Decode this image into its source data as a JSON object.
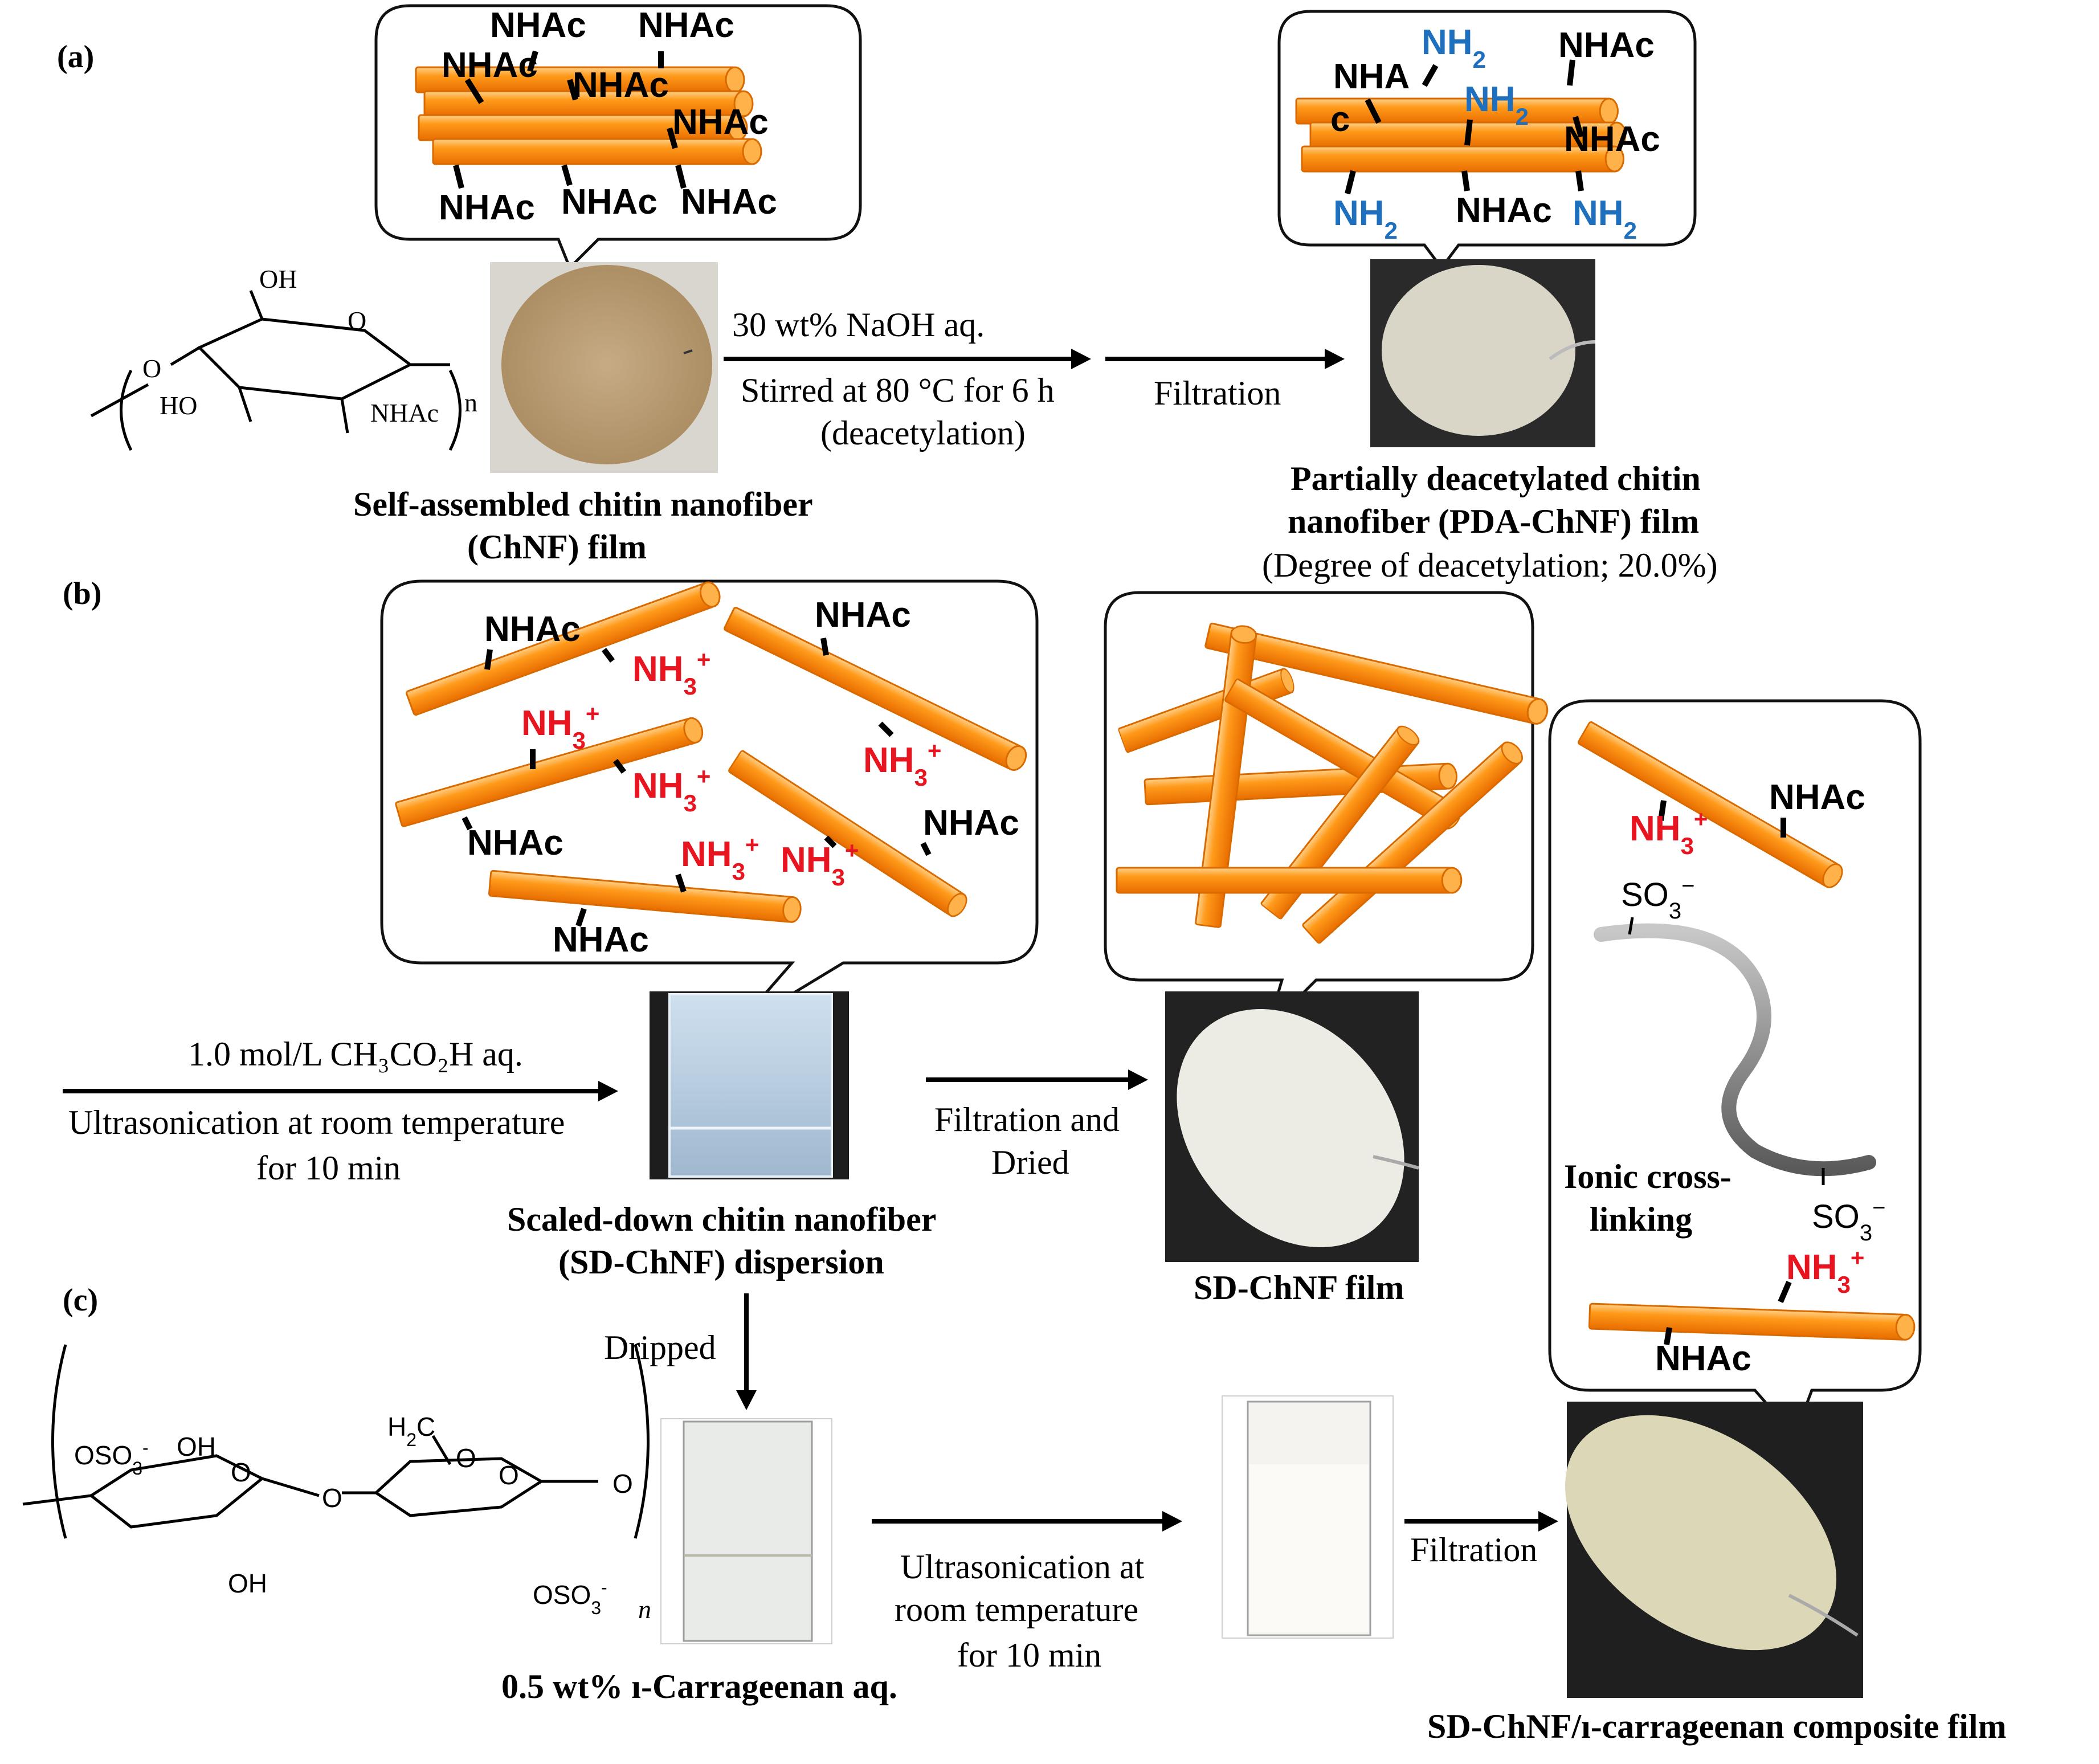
{
  "panels": {
    "a": "(a)",
    "b": "(b)",
    "c": "(c)"
  },
  "a": {
    "bubble1_groups": [
      "NHAc",
      "NHAc",
      "NHAc",
      "NHAc",
      "NHAc",
      "NHAc",
      "NHAc",
      "NHAc"
    ],
    "bubble2_groups": {
      "nh2": "NH",
      "sub2": "2",
      "nhac": "NHAc",
      "nha": "NHA",
      "c": "c"
    },
    "chem_labels": {
      "oh": "OH",
      "o": "O",
      "ho": "HO",
      "nhac": "NHAc",
      "n": "n"
    },
    "cond_line1": "30 wt% NaOH aq.",
    "cond_line2": "Stirred at 80 °C for 6 h",
    "cond_line3": "(deacetylation)",
    "filtration": "Filtration",
    "caption_left_1": "Self-assembled chitin nanofiber",
    "caption_left_2": "(ChNF) film",
    "caption_right_1": "Partially deacetylated chitin",
    "caption_right_2": "nanofiber (PDA-ChNF) film",
    "caption_right_3": "(Degree of deacetylation; 20.0%)"
  },
  "b": {
    "nhac": "NHAc",
    "nh3": "NH",
    "sub3": "3",
    "plus": "+",
    "cond_line1": "1.0 mol/L CH₃CO₂H aq.",
    "cond_line2": "Ultrasonication at room temperature",
    "cond_line3": "for 10 min",
    "filt_line1": "Filtration and",
    "filt_line2": "Dried",
    "caption_disp_1": "Scaled-down chitin nanofiber",
    "caption_disp_2": "(SD-ChNF) dispersion",
    "caption_film": "SD-ChNF film",
    "so3": "SO",
    "so3_sub": "3",
    "so3_sup": "−",
    "ionic_1": "Ionic cross-",
    "ionic_2": "linking"
  },
  "c": {
    "dripped": "Dripped",
    "cond_line1": "Ultrasonication at",
    "cond_line2": "room temperature",
    "cond_line3": "for 10 min",
    "filtration": "Filtration",
    "caption_carr": "0.5 wt% ı-Carrageenan aq.",
    "caption_composite": "SD-ChNF/ı-carrageenan composite film",
    "chem_labels": {
      "oso3": "OSO",
      "sub3": "3",
      "minus": "-",
      "oh": "OH",
      "o": "O",
      "h2c": "H",
      "sub2": "2",
      "c": "C",
      "n": "n"
    }
  },
  "colors": {
    "fiber": "#ff9a1a",
    "fiber_dark": "#e06a00",
    "fiber_light": "#ffc46a",
    "amine_red": "#e8141f",
    "amine_blue": "#1f6fbf",
    "chain_gray": "#8a8a8a"
  }
}
